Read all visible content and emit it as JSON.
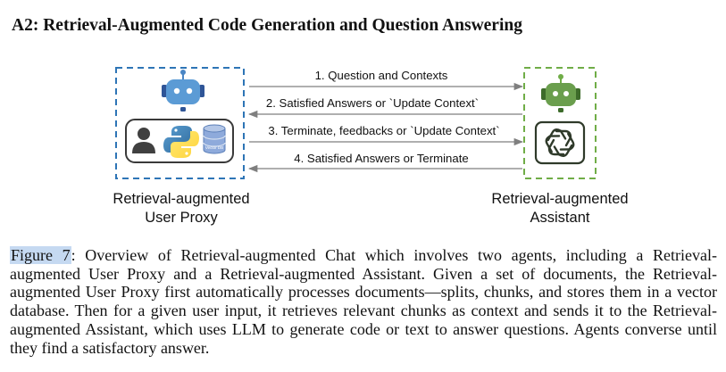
{
  "section_heading": "A2: Retrieval-Augmented Code Generation and Question Answering",
  "diagram": {
    "messages": [
      {
        "label": "1. Question and Contexts",
        "direction": "right"
      },
      {
        "label": "2. Satisfied Answers or `Update Context`",
        "direction": "left"
      },
      {
        "label": "3. Terminate, feedbacks or `Update Context`",
        "direction": "right"
      },
      {
        "label": "4. Satisfied Answers or Terminate",
        "direction": "left"
      }
    ],
    "user_proxy": {
      "name_line1": "Retrieval-augmented",
      "name_line2": "User Proxy",
      "db_label": "Vector DB",
      "border_color": "#2e75b6"
    },
    "assistant": {
      "name_line1": "Retrieval-augmented",
      "name_line2": "Assistant",
      "border_color": "#70ad47"
    },
    "icons": [
      "robot-icon",
      "user-icon",
      "python-logo-icon",
      "database-icon",
      "openai-logo-icon"
    ]
  },
  "caption": {
    "figure_ref": "Figure 7",
    "text": ": Overview of Retrieval-augmented Chat which involves two agents, including a Retrieval-augmented User Proxy and a Retrieval-augmented Assistant.  Given a set of documents, the Retrieval-augmented User Proxy first automatically processes documents—splits, chunks, and stores them in a vector database. Then for a given user input, it retrieves relevant chunks as context and sends it to the Retrieval-augmented Assistant, which uses LLM to generate code or text to answer questions. Agents converse until they find a satisfactory answer."
  }
}
